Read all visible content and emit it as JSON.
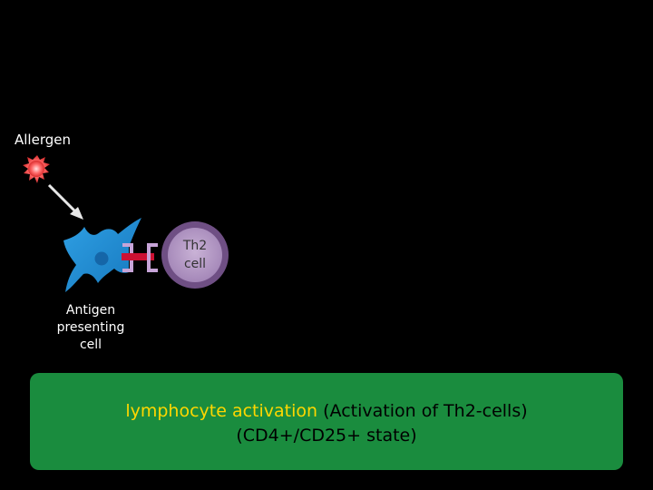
{
  "labels": {
    "allergen": "Allergen",
    "apc_line1": "Antigen",
    "apc_line2": "presenting",
    "apc_line3": "cell",
    "th2_line1": "Th2",
    "th2_line2": "cell"
  },
  "info_box": {
    "highlight": "lymphocyte activation",
    "line1_rest": " (Activation of Th2-cells)",
    "line2": "(CD4+/CD25+ state)"
  },
  "colors": {
    "background": "#000000",
    "info_box": "#1a8c3e",
    "highlight_text": "#ffd700",
    "apc_cell": "#1e90d6",
    "th2_cell": "#b89cc8",
    "allergen": "#e84a4a",
    "receptor_bar": "#cc1133"
  },
  "icons": {
    "allergen": "allergen-particle-icon",
    "apc": "dendritic-cell-icon",
    "th2": "lymphocyte-cell-icon",
    "arrow": "arrow-icon"
  }
}
